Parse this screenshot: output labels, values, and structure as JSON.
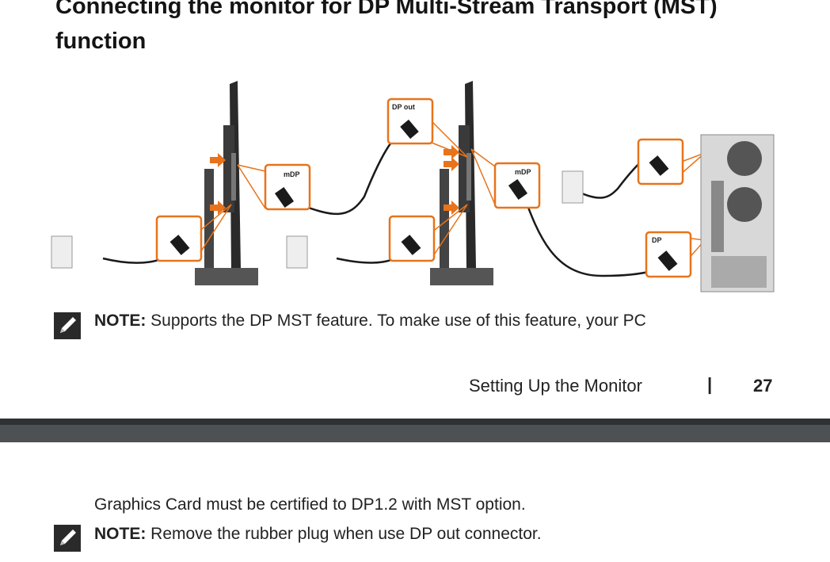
{
  "title": "Connecting the monitor for DP Multi-Stream Transport (MST) function",
  "diagram": {
    "labels": {
      "mdp_1": "mDP",
      "dp_out": "DP out",
      "mdp_2": "mDP",
      "dp_pc": "DP"
    },
    "colors": {
      "accent": "#e8731a",
      "cable": "#1a1a1a",
      "monitor": "#2a2a2a"
    }
  },
  "note1": {
    "label": "NOTE:",
    "text": " Supports the DP MST feature. To make use of this feature, your PC"
  },
  "footer": {
    "section": "Setting Up the Monitor",
    "separator": "|",
    "page_number": "27"
  },
  "continuation": "Graphics Card must be certified to DP1.2 with MST option.",
  "note2": {
    "label": "NOTE:",
    "text": " Remove the rubber plug when use DP out connector."
  },
  "icons": {
    "note": "pencil-note-icon"
  }
}
